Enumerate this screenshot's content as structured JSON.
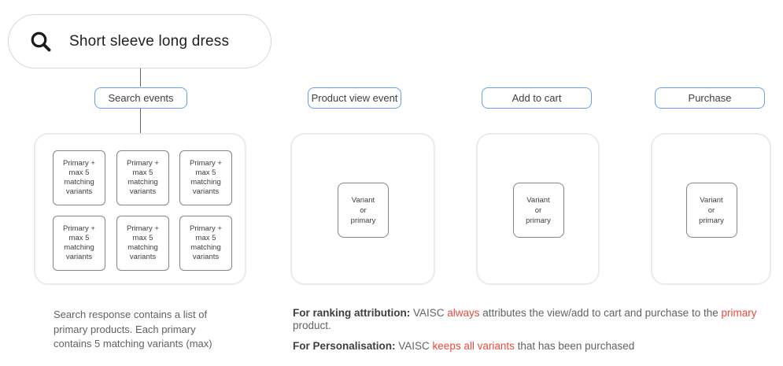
{
  "search": {
    "query": "Short sleeve long dress",
    "icon": "magnifier"
  },
  "columns": [
    {
      "label": "Search events",
      "boxes": [
        "Primary +\nmax 5\nmatching\nvariants",
        "Primary +\nmax 5\nmatching\nvariants",
        "Primary +\nmax 5\nmatching\nvariants",
        "Primary +\nmax 5\nmatching\nvariants",
        "Primary +\nmax 5\nmatching\nvariants",
        "Primary +\nmax 5\nmatching\nvariants"
      ]
    },
    {
      "label": "Product view event",
      "boxes": [
        "Variant\nor\nprimary"
      ]
    },
    {
      "label": "Add to cart",
      "boxes": [
        "Variant\nor\nprimary"
      ]
    },
    {
      "label": "Purchase",
      "boxes": [
        "Variant\nor\nprimary"
      ]
    }
  ],
  "notes": {
    "search_note": "Search response contains a list of\nprimary products. Each primary\ncontains 5 matching variants (max)",
    "ranking": {
      "label": "For ranking attribution:",
      "t1": " VAISC ",
      "red1": "always",
      "t2": " attributes the view/add to cart and purchase to the ",
      "red2": "primary",
      "t3": " product."
    },
    "personalisation": {
      "label": "For Personalisation:",
      "t1": " VAISC ",
      "red1": "keeps all variants",
      "t2": " that has been purchased"
    }
  },
  "colors": {
    "label_border_blue": "#669df6",
    "emphasis_red": "#ea4a3f",
    "container_border": "#e9ebee",
    "box_border": "#7f868c",
    "text_primary": "#202124",
    "text_secondary": "#5f6368",
    "connector_gray": "#606368"
  }
}
